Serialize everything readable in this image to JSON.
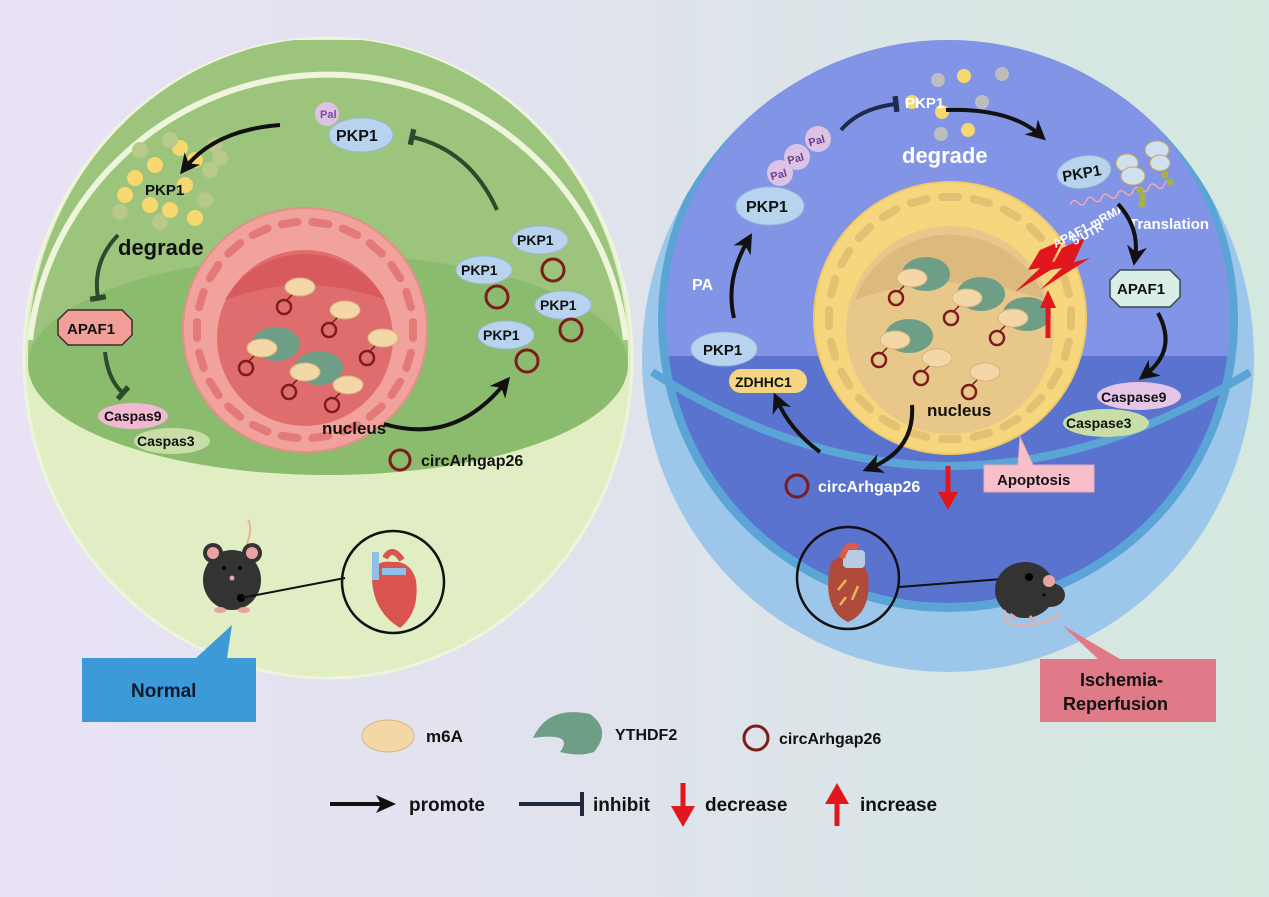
{
  "colors": {
    "bg_left": "#e9e2f5",
    "bg_mid": "#dfe3ec",
    "bg_right": "#d3e8de",
    "normal_outer": "#e1eec4",
    "normal_cyto_upper": "#9cc47c",
    "normal_cyto_lower": "#8bbb6c",
    "normal_nucleus_outer": "#f1a29c",
    "normal_nucleus_inner": "#e06d6d",
    "ir_outer": "#9cc6ea",
    "ir_membrane": "#5aa5d6",
    "ir_cyto_upper": "#8294e6",
    "ir_cyto_lower": "#5973cf",
    "ir_nucleus_outer": "#f6d77d",
    "ir_nucleus_inner": "#e8c88a",
    "pkp1": "#b8d3ee",
    "pal": "#dcc3e6",
    "m6a": "#f3d7a6",
    "ythdf2": "#6f9e86",
    "circ": "#7c1c1c",
    "apaf1_normal": "#f0a098",
    "apaf1_ir": "#d9efe6",
    "caspase9": "#f2b8d2",
    "caspase3": "#c7dfa6",
    "zdhhc1": "#f5d581",
    "normal_label_bg": "#3c9ad9",
    "ir_label_bg": "#e07a88",
    "apoptosis_bg": "#f8bfcb",
    "red_arrow": "#e2171e",
    "inhibit": "#2d4a2d"
  },
  "normal_panel": {
    "label": "Normal",
    "pal": "Pal",
    "pkp1": "PKP1",
    "degrade": "degrade",
    "degraded_pkp1": "PKP1",
    "apaf1": "APAF1",
    "caspase9": "Caspas9",
    "caspase3": "Caspas3",
    "nucleus": "nucleus",
    "circ_label": "circArhgap26",
    "bound_pkp1": [
      "PKP1",
      "PKP1",
      "PKP1",
      "PKP1"
    ]
  },
  "ir_panel": {
    "label_line1": "Ischemia-",
    "label_line2": "Reperfusion",
    "pal": [
      "Pal",
      "Pal",
      "Pal"
    ],
    "pkp1_palm": "PKP1",
    "degrade_pkp1": "PKP1",
    "degrade": "degrade",
    "pkp1_right": "PKP1",
    "mrna_line1": "APAF1 mRMA",
    "mrna_line2": "5'UTR",
    "translation": "Translation",
    "apaf1": "APAF1",
    "pa": "PA",
    "pkp1_lower": "PKP1",
    "zdhhc1": "ZDHHC1",
    "nucleus": "nucleus",
    "caspase9": "Caspase9",
    "caspase3": "Caspase3",
    "apoptosis": "Apoptosis",
    "circ_label": "circArhgap26"
  },
  "legend": {
    "m6a": "m6A",
    "ythdf2": "YTHDF2",
    "circ": "circArhgap26",
    "promote": "promote",
    "inhibit": "inhibit",
    "decrease": "decrease",
    "increase": "increase"
  }
}
